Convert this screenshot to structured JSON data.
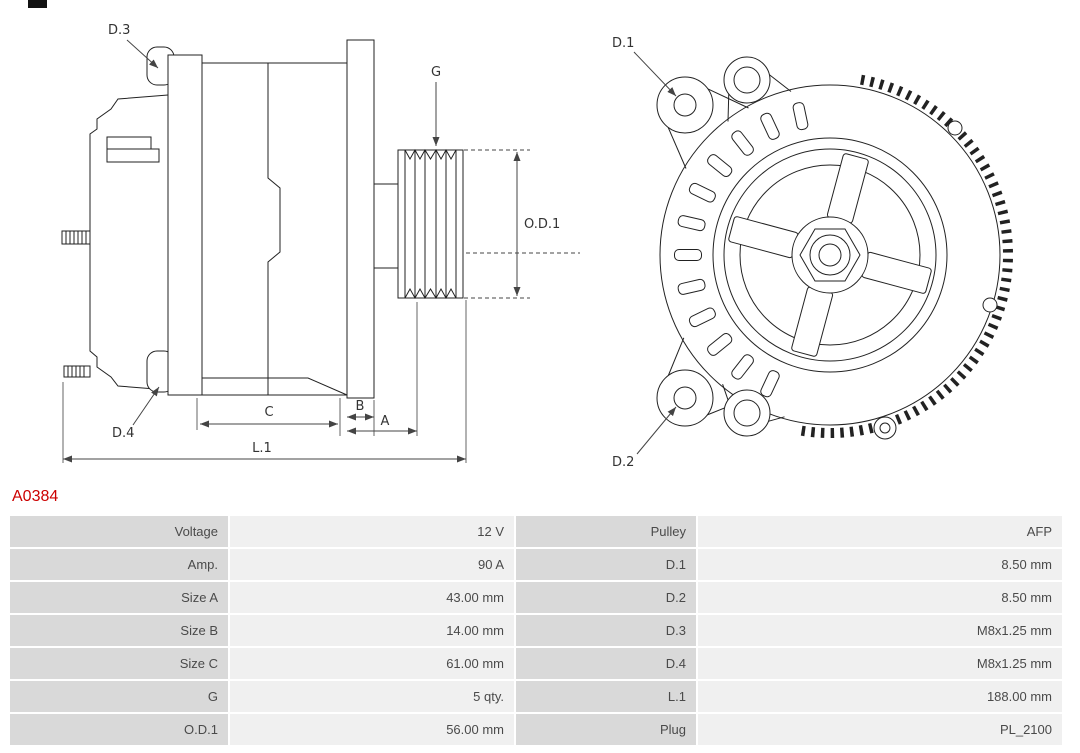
{
  "part_number": "A0384",
  "diagram": {
    "side_view": {
      "labels": {
        "d3": "D.3",
        "g": "G",
        "od1": "O.D.1",
        "d4": "D.4",
        "c": "C",
        "b": "B",
        "a": "A",
        "l1": "L.1"
      }
    },
    "front_view": {
      "labels": {
        "d1": "D.1",
        "d2": "D.2"
      }
    }
  },
  "spec_table": {
    "rows": [
      {
        "label_left": "Voltage",
        "value_left": "12 V",
        "label_right": "Pulley",
        "value_right": "AFP"
      },
      {
        "label_left": "Amp.",
        "value_left": "90 A",
        "label_right": "D.1",
        "value_right": "8.50 mm"
      },
      {
        "label_left": "Size A",
        "value_left": "43.00 mm",
        "label_right": "D.2",
        "value_right": "8.50 mm"
      },
      {
        "label_left": "Size B",
        "value_left": "14.00 mm",
        "label_right": "D.3",
        "value_right": "M8x1.25 mm"
      },
      {
        "label_left": "Size C",
        "value_left": "61.00 mm",
        "label_right": "D.4",
        "value_right": "M8x1.25 mm"
      },
      {
        "label_left": "G",
        "value_left": "5 qty.",
        "label_right": "L.1",
        "value_right": "188.00 mm"
      },
      {
        "label_left": "O.D.1",
        "value_left": "56.00 mm",
        "label_right": "Plug",
        "value_right": "PL_2100"
      }
    ]
  },
  "colors": {
    "part_number_red": "#cc0000",
    "label_cell_bg": "#d9d9d9",
    "value_cell_bg": "#f0f0f0",
    "diagram_line": "#222222"
  }
}
